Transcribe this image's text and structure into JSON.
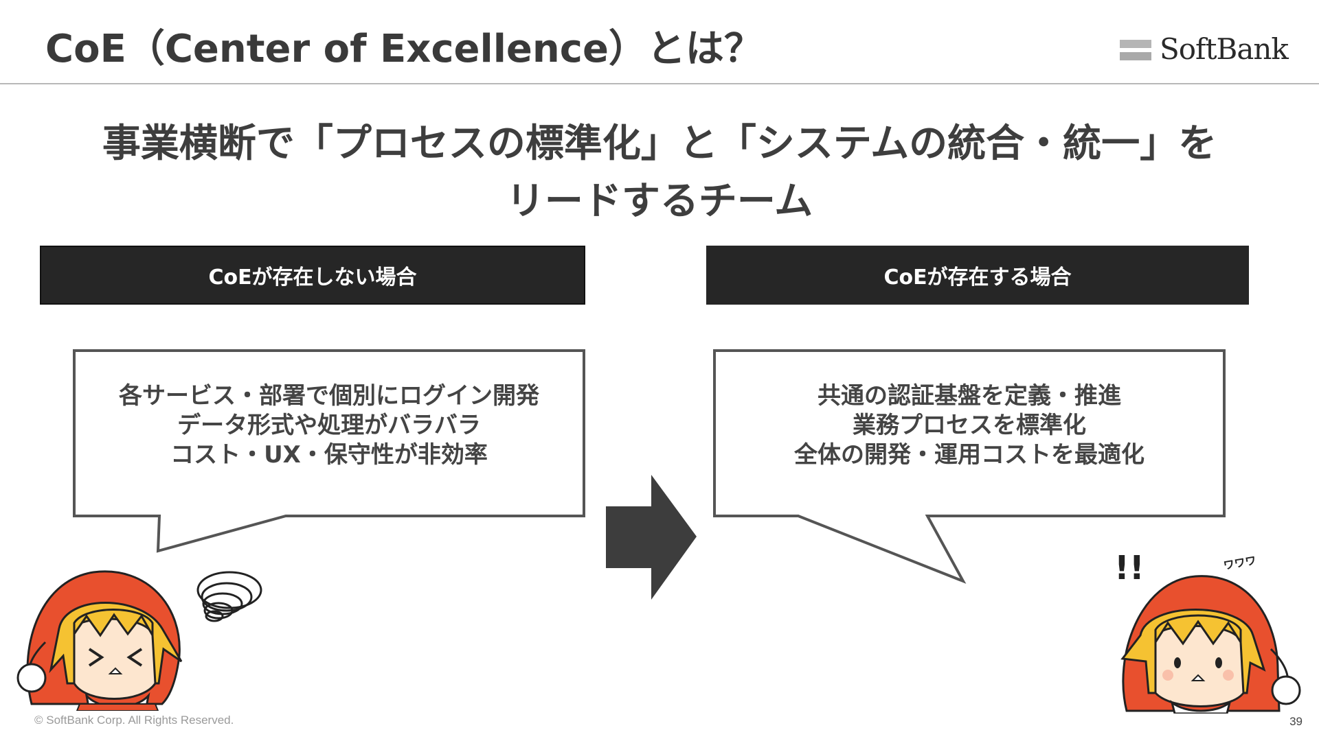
{
  "header": {
    "title": "CoE（Center of Excellence）とは？",
    "logo_text": "SoftBank"
  },
  "headline": {
    "line1": "事業横断で「プロセスの標準化」と「システムの統合・統一」を",
    "line2": "リードするチーム"
  },
  "without_coe": {
    "label": "CoEが存在しない場合",
    "lines": [
      "各サービス・部署で個別にログイン開発",
      "データ形式や処理がバラバラ",
      "コスト・UX・保守性が非効率"
    ]
  },
  "with_coe": {
    "label": "CoEが存在する場合",
    "lines": [
      "共通の認証基盤を定義・推進",
      "業務プロセスを標準化",
      "全体の開発・運用コストを最適化"
    ]
  },
  "character_right": {
    "exclaim": "!!",
    "sound": "ワワワ"
  },
  "footer": {
    "copyright": "© SoftBank Corp. All Rights Reserved.",
    "page_number": "39"
  },
  "colors": {
    "header_bar": "#262626",
    "arrow": "#3d3d3d",
    "bubble_border": "#555555",
    "hood": "#e8502e",
    "hair": "#f5c232"
  }
}
